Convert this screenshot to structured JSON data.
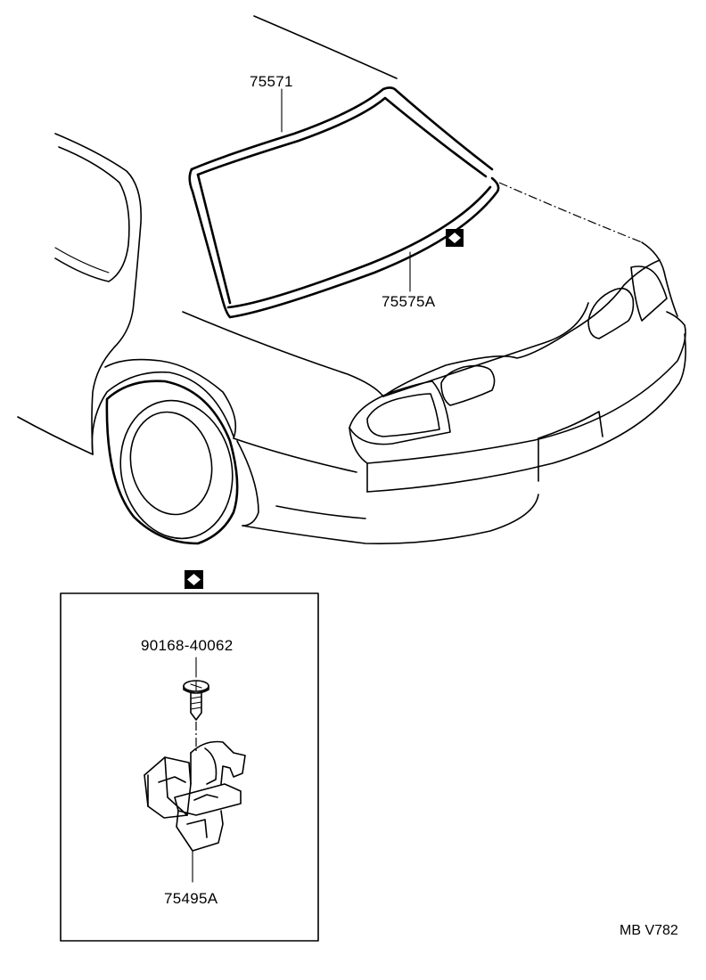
{
  "diagram": {
    "parts": {
      "back_window_weatherstrip": "75571",
      "back_window_moulding": "75575A",
      "screw": "90168-40062",
      "moulding_clip": "75495A"
    },
    "reference_code": "MB V782",
    "markers": {
      "diamond_note": "diamond"
    }
  }
}
